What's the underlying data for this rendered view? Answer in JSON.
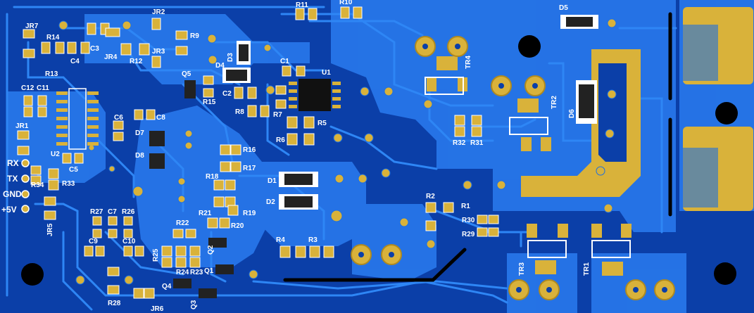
{
  "board": {
    "colors": {
      "substrate": "#0b3fa8",
      "copper": "#1e6fe0",
      "pour": "#2a7cf0",
      "pad": "#d9b23a",
      "silk": "#ffffff",
      "hole": "#000000"
    },
    "designators": [
      "JR7",
      "R14",
      "R13",
      "C4",
      "C3",
      "JR4",
      "R12",
      "JR2",
      "JR3",
      "R9",
      "Q5",
      "R15",
      "D3",
      "D4",
      "C2",
      "C1",
      "U1",
      "R8",
      "R7",
      "R5",
      "R6",
      "R11",
      "R10",
      "TR4",
      "D5",
      "TR2",
      "D6",
      "C12",
      "C11",
      "JR1",
      "U2",
      "C5",
      "C6",
      "C8",
      "D7",
      "D8",
      "R16",
      "R17",
      "R18",
      "R19",
      "R21",
      "R20",
      "R22",
      "R25",
      "R24",
      "R23",
      "Q2",
      "Q1",
      "Q4",
      "Q3",
      "R27",
      "C7",
      "R26",
      "C9",
      "C10",
      "R28",
      "JR6",
      "R34",
      "R33",
      "JR5",
      "D1",
      "D2",
      "R4",
      "R3",
      "R2",
      "R1",
      "R30",
      "R29",
      "R32",
      "R31",
      "TR3",
      "TR1"
    ],
    "connector_labels": [
      "RX",
      "TX",
      "GND",
      "+5V"
    ]
  }
}
